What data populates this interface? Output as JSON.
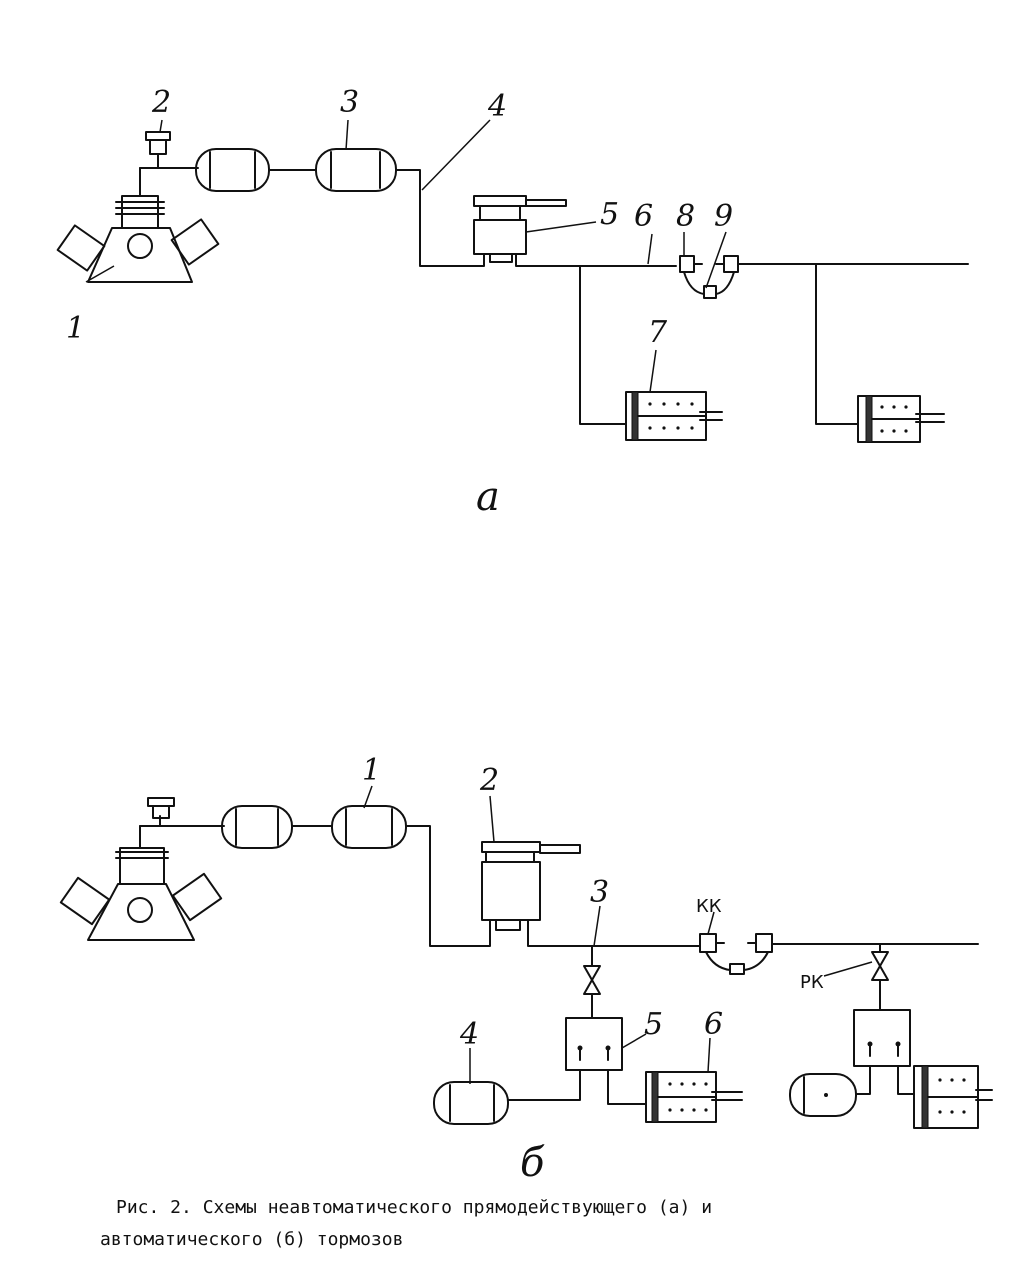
{
  "diagram_a": {
    "labels": {
      "n1": "1",
      "n2": "2",
      "n3": "3",
      "n4": "4",
      "n5": "5",
      "n6": "6",
      "n7": "7",
      "n8": "8",
      "n9": "9"
    },
    "sublabel": "а"
  },
  "diagram_b": {
    "labels": {
      "n1": "1",
      "n2": "2",
      "n3": "3",
      "n4": "4",
      "n5": "5",
      "n6": "6",
      "kk": "КК",
      "rk": "РК"
    },
    "sublabel": "б"
  },
  "caption": {
    "line1": "Рис. 2. Схемы неавтоматического прямодействующего (а) и",
    "line2": "автоматического (б) тормозов"
  }
}
